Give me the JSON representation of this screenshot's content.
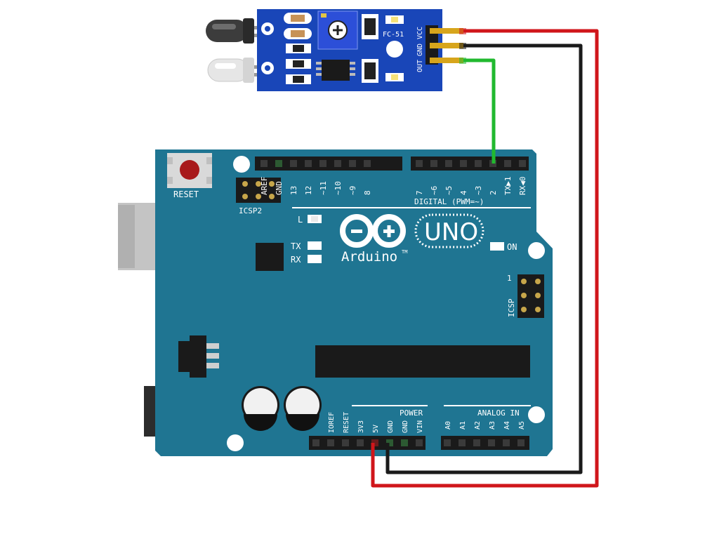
{
  "sensor": {
    "model": "FC-51",
    "pins": [
      "VCC",
      "GND",
      "OUT"
    ]
  },
  "board": {
    "reset_label": "RESET",
    "icsp2_label": "ICSP2",
    "icsp_label": "ICSP",
    "icsp_pin1": "1",
    "digital_header_label": "DIGITAL (PWM=~)",
    "top_pins": [
      "AREF",
      "GND",
      "13",
      "12",
      "~11",
      "~10",
      "~9",
      "8",
      "7",
      "~6",
      "~5",
      "4",
      "~3",
      "2",
      "TX▶1",
      "RX◀0"
    ],
    "led_l": "L",
    "led_tx": "TX",
    "led_rx": "RX",
    "led_on": "ON",
    "model": "UNO",
    "brand": "Arduino",
    "brand_mark": "TM",
    "power_header_label": "POWER",
    "analog_header_label": "ANALOG IN",
    "power_pins": [
      "IOREF",
      "RESET",
      "3V3",
      "5V",
      "GND",
      "GND",
      "VIN"
    ],
    "analog_pins": [
      "A0",
      "A1",
      "A2",
      "A3",
      "A4",
      "A5"
    ]
  },
  "connections": [
    {
      "from": "VCC",
      "to": "5V",
      "color": "#d0161b"
    },
    {
      "from": "GND",
      "to": "GND",
      "color": "#1a1a1a"
    },
    {
      "from": "OUT",
      "to": "2",
      "color": "#21b92f"
    }
  ],
  "colors": {
    "board": "#1f7592",
    "sensor_pcb": "#1946b8",
    "wire_vcc": "#d0161b",
    "wire_gnd": "#1a1a1a",
    "wire_signal": "#21b92f"
  }
}
